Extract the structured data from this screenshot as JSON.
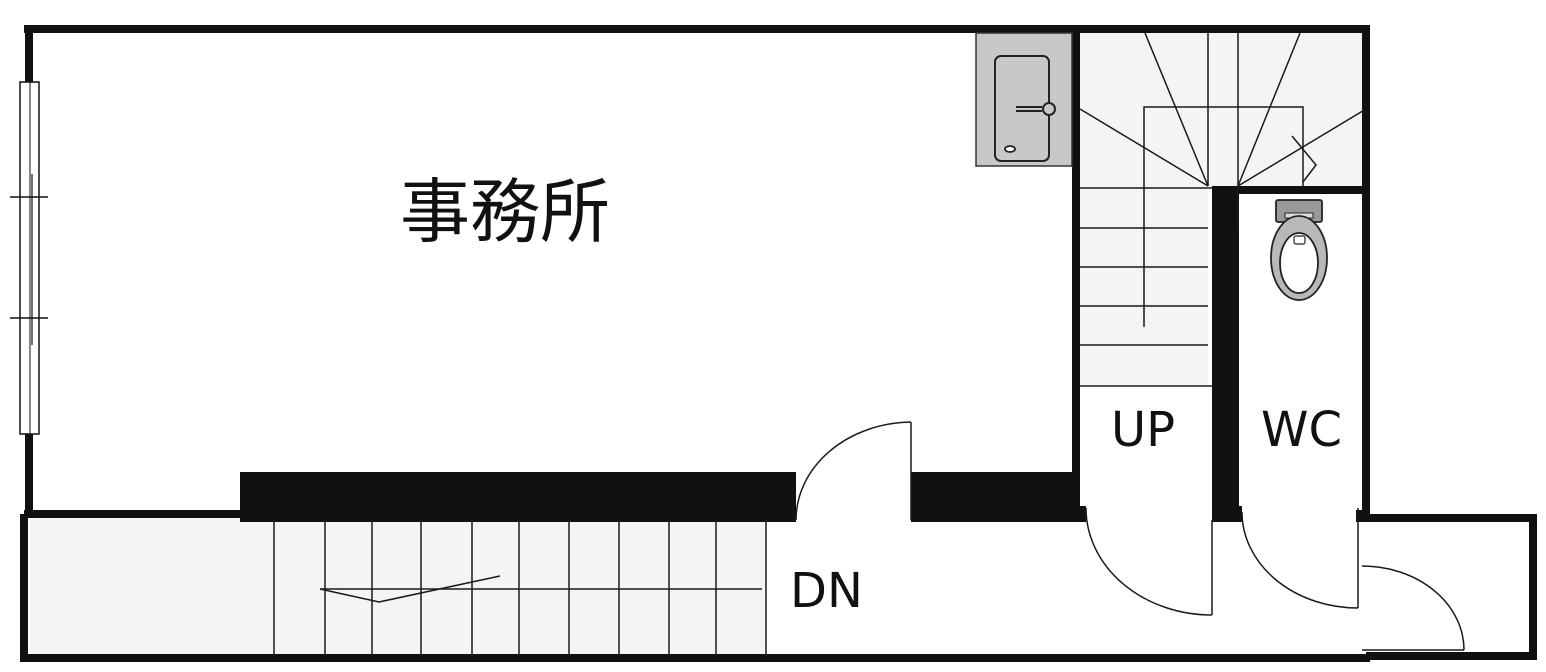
{
  "labels": {
    "office": "事務所",
    "stair_up": "UP",
    "toilet": "WC",
    "stair_down": "DN"
  },
  "colors": {
    "wall": "#111111",
    "line": "#1a1a1a",
    "stair_fill": "#f4f4f4",
    "fixture_fill": "#c8c8c8",
    "background": "#ffffff"
  },
  "icons": {
    "refrigerator": "refrigerator-icon",
    "toilet": "toilet-icon"
  }
}
